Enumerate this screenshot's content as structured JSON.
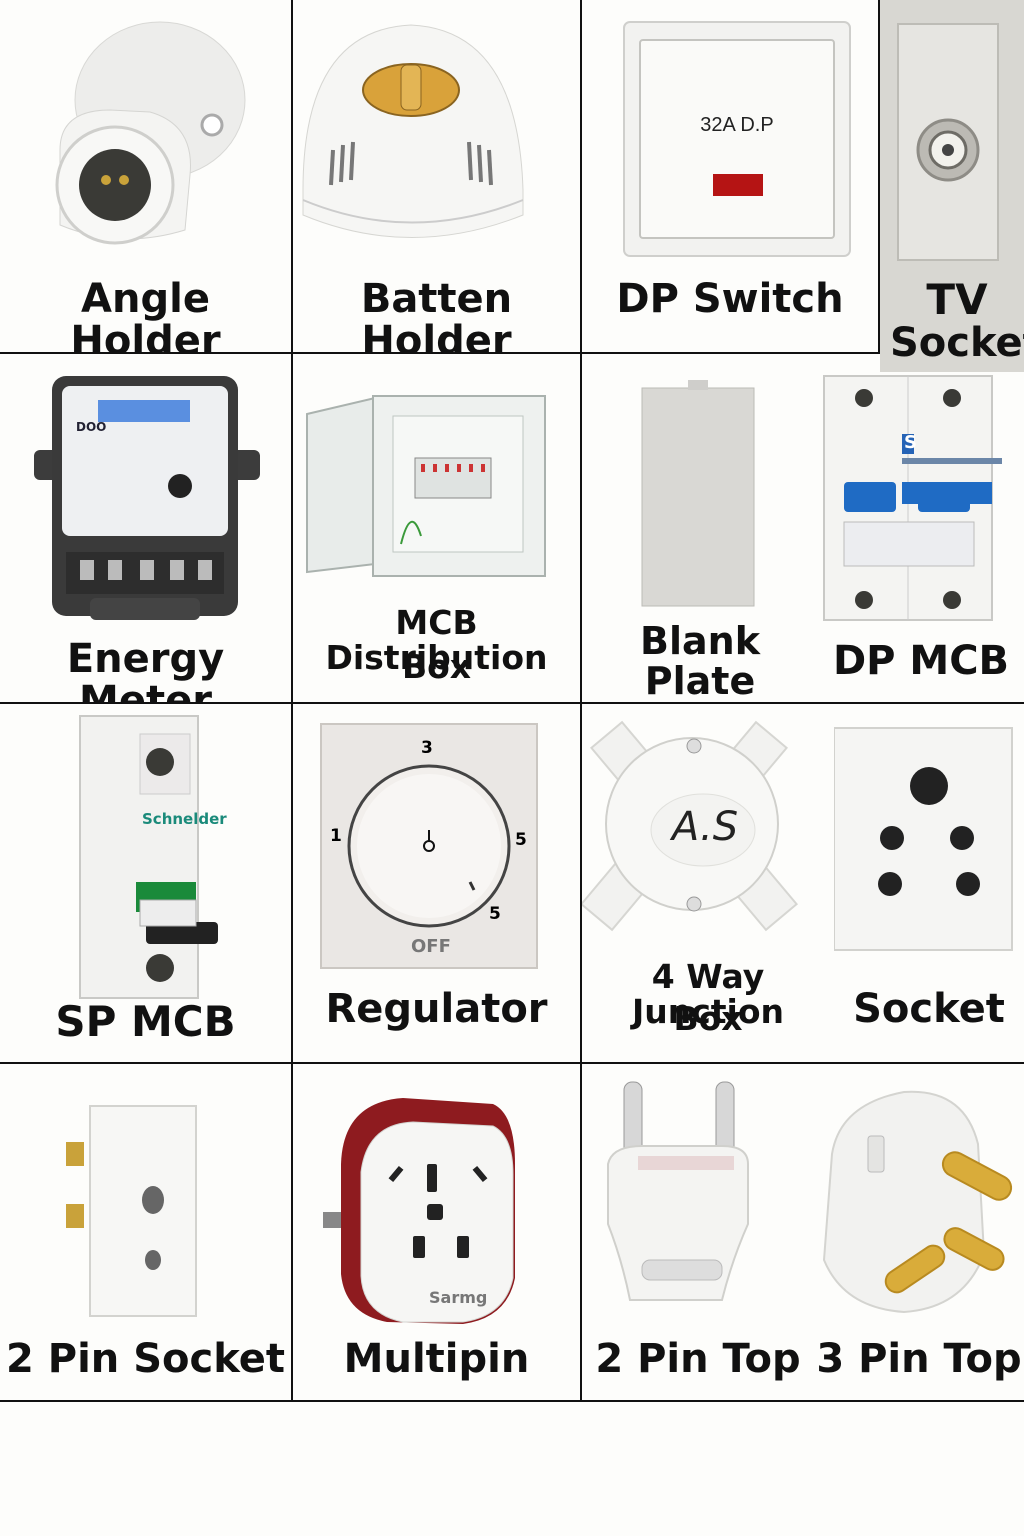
{
  "items": [
    {
      "label": "Angle Holder"
    },
    {
      "label": "Batten Holder"
    },
    {
      "label": "DP Switch",
      "switch_text": "32A D.P"
    },
    {
      "label_line1": "TV",
      "label_line2": "Socket"
    },
    {
      "label": "Energy Meter",
      "meter_brand": "DOO"
    },
    {
      "label_line1": "MCB Distribution",
      "label_line2": "Box"
    },
    {
      "label": "Blank Plate"
    },
    {
      "label": "DP MCB",
      "brand_mark": "S"
    },
    {
      "label": "SP MCB",
      "brand": "Schnelder"
    },
    {
      "label": "Regulator",
      "dial_top": "3",
      "dial_left": "1",
      "dial_right": "5",
      "dial_lower_right": "5",
      "dial_bottom": "OFF"
    },
    {
      "label_line1": "4 Way Junction",
      "label_line2": "Box",
      "box_text": "A.S"
    },
    {
      "label": "Socket"
    },
    {
      "label": "2 Pin Socket"
    },
    {
      "label": "Multipin",
      "brand": "Sarmg"
    },
    {
      "label": "2 Pin Top"
    },
    {
      "label": "3 Pin Top"
    }
  ],
  "colors": {
    "background": "#fdfdfb",
    "grid_line": "#111111",
    "indicator_red": "#b51414",
    "mcb_blue": "#1f6bc4",
    "mcb_green": "#1a8a3a",
    "brass": "#c9a23a",
    "multipin_red": "#8e1b1f"
  }
}
